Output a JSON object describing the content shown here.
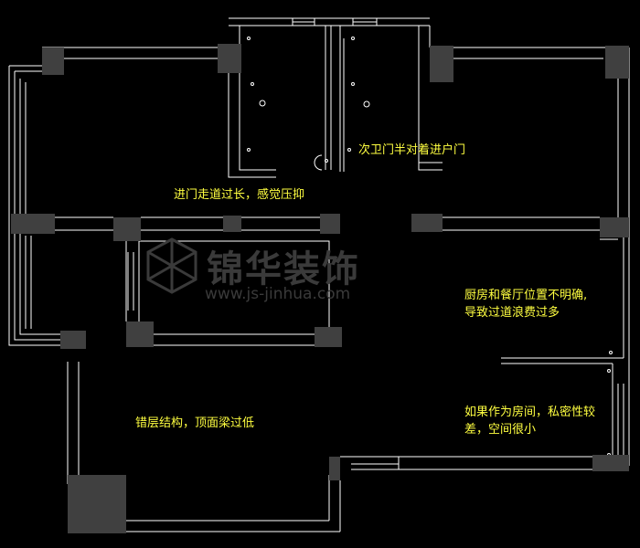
{
  "annotations": {
    "bathroom_door": "次卫门半对着进户门",
    "corridor": "进门走道过长，感觉压抑",
    "kitchen_line1": "厨房和餐厅位置不明确,",
    "kitchen_line2": "导致过道浪费过多",
    "room_line1": "如果作为房间，私密性较",
    "room_line2": "差，空间很小",
    "split_level": "错层结构，顶面梁过低"
  },
  "watermark": {
    "brand": "锦华装饰",
    "url": "www.js-jinhua.com"
  },
  "colors": {
    "background": "#000000",
    "wall_line": "#ffffff",
    "column": "#404040",
    "annotation": "#ffff40",
    "watermark": "#3a3a3a"
  }
}
